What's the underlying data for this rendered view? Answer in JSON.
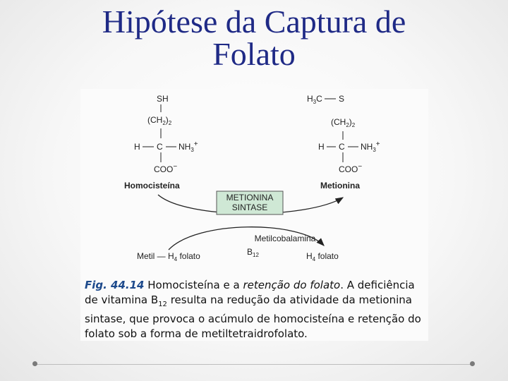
{
  "slide": {
    "title_line1": "Hipótese da Captura de",
    "title_line2": "Folato"
  },
  "diagram": {
    "homocysteine": {
      "top": "SH",
      "chain": "(CH",
      "chain_sub": "2",
      "chain_close": ")",
      "chain_sub2": "2",
      "h": "H",
      "c": "C",
      "nh": "NH",
      "nh_sub": "3",
      "nh_sup": "+",
      "coo": "COO",
      "coo_sup": "−",
      "name": "Homocisteína"
    },
    "methionine": {
      "top_h": "H",
      "top_sub": "3",
      "top_c": "C",
      "top_s": "S",
      "chain": "(CH",
      "chain_sub": "2",
      "chain_close": ")",
      "chain_sub2": "2",
      "h": "H",
      "c": "C",
      "nh": "NH",
      "nh_sub": "3",
      "nh_sup": "+",
      "coo": "COO",
      "coo_sup": "−",
      "name": "Metionina"
    },
    "enzyme_line1": "METIONINA",
    "enzyme_line2": "SINTASE",
    "cofactor": "Metilcobalamina",
    "cofactor_b": "B",
    "cofactor_b_sub": "12",
    "left_bottom": "Metil — H",
    "left_bottom_sub": "4",
    "left_bottom_end": " folato",
    "right_bottom": "H",
    "right_bottom_sub": "4",
    "right_bottom_end": " folato"
  },
  "caption": {
    "fig_label": "Fig. 44.14",
    "text1": " Homocisteína e a ",
    "text_italic": "retenção do folato",
    "text2": ". A deficiência de vitamina B",
    "b_sub": "12",
    "text3": " resulta na redução da atividade da metionina sintase, que provoca o acúmulo de homocisteína e retenção do folato sob a forma de metiltetraidrofolato."
  },
  "colors": {
    "title": "#1f2a86",
    "enzyme_box": "#cfe8d5",
    "fig_label": "#1d4a8c"
  }
}
